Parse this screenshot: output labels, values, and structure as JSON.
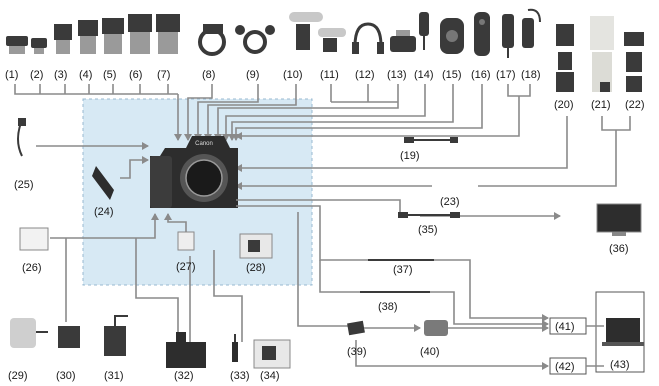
{
  "diagram": {
    "labels": {
      "n1": "(1)",
      "n2": "(2)",
      "n3": "(3)",
      "n4": "(4)",
      "n5": "(5)",
      "n6": "(6)",
      "n7": "(7)",
      "n8": "(8)",
      "n9": "(9)",
      "n10": "(10)",
      "n11": "(11)",
      "n12": "(12)",
      "n13": "(13)",
      "n14": "(14)",
      "n15": "(15)",
      "n16": "(16)",
      "n17": "(17)",
      "n18": "(18)",
      "n19": "(19)",
      "n20": "(20)",
      "n21": "(21)",
      "n22": "(22)",
      "n23": "(23)",
      "n24": "(24)",
      "n25": "(25)",
      "n26": "(26)",
      "n27": "(27)",
      "n28": "(28)",
      "n29": "(29)",
      "n30": "(30)",
      "n31": "(31)",
      "n32": "(32)",
      "n33": "(33)",
      "n34": "(34)",
      "n35": "(35)",
      "n36": "(36)",
      "n37": "(37)",
      "n38": "(38)",
      "n39": "(39)",
      "n40": "(40)",
      "n41": "(41)",
      "n42": "(42)",
      "n43": "(43)"
    },
    "camera_brand": "Canon",
    "colors": {
      "shaded_area": "#d7e9f4",
      "lines": "#8a8a8a",
      "device": "#2d2d2d"
    }
  }
}
